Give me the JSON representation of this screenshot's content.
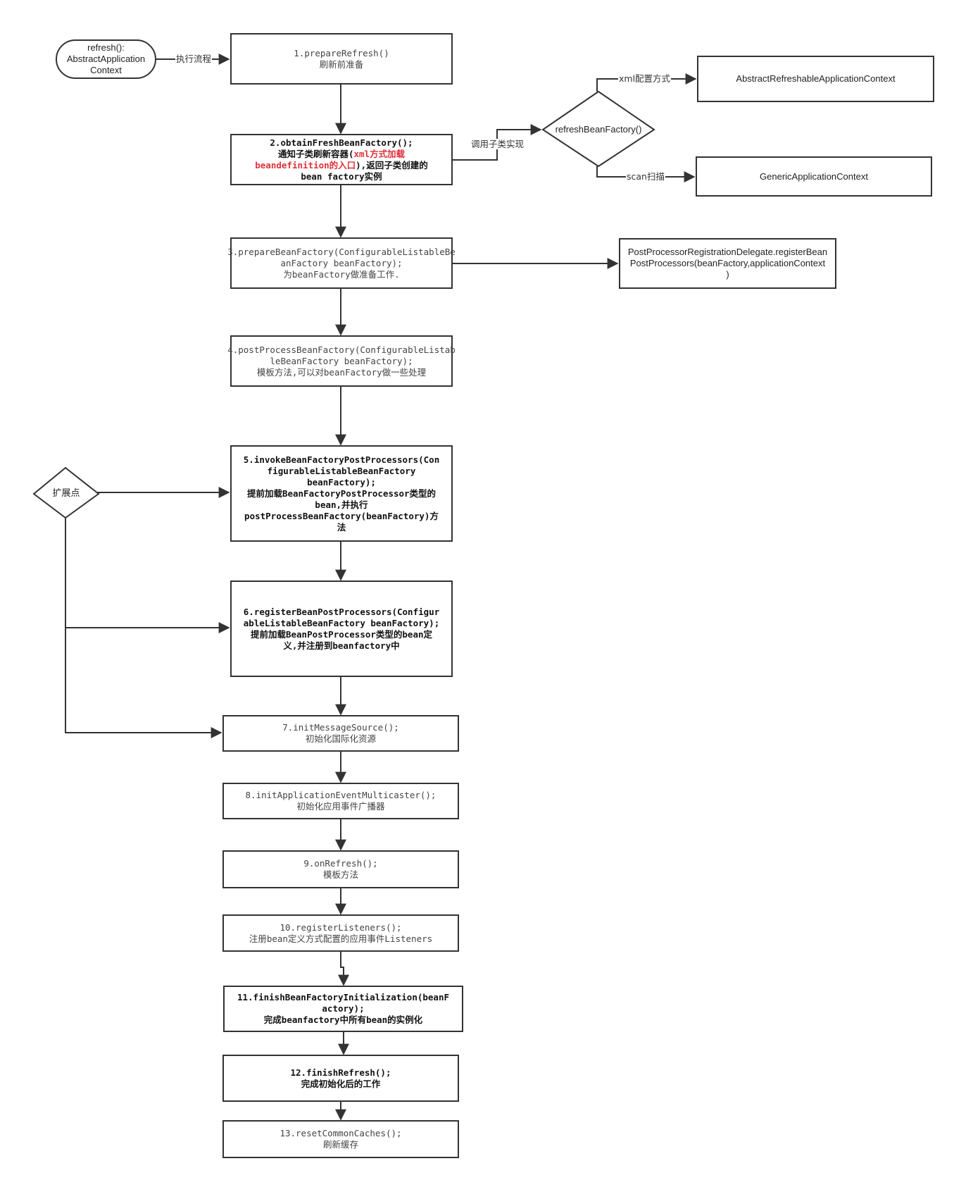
{
  "start": {
    "lines": [
      "refresh():",
      "AbstractApplication",
      "Context"
    ]
  },
  "edge_labels": {
    "exec_flow": "执行流程",
    "call_subclass": "调用子类实现",
    "xml_config": "xml配置方式",
    "scan": "scan扫描"
  },
  "steps": {
    "s1": {
      "lines": [
        "1.prepareRefresh()",
        "刷新前准备"
      ]
    },
    "s2": {
      "line1": "2.obtainFreshBeanFactory();",
      "line2_pre": "通知子类刷新容器(",
      "line2_red": "xml方式加载",
      "line3_red": "beandefinition的入口",
      "line3_post": "),返回子类创建的",
      "line4": "bean factory实例"
    },
    "s3": {
      "lines": [
        "3.prepareBeanFactory(ConfigurableListableBe",
        "anFactory beanFactory);",
        "为beanFactory做准备工作."
      ]
    },
    "s4": {
      "lines": [
        "4.postProcessBeanFactory(ConfigurableListab",
        "leBeanFactory beanFactory);",
        "模板方法,可以对beanFactory做一些处理"
      ]
    },
    "s5": {
      "lines": [
        "5.invokeBeanFactoryPostProcessors(Con",
        "figurableListableBeanFactory",
        "beanFactory);",
        "提前加载BeanFactoryPostProcessor类型的",
        "bean,并执行",
        "postProcessBeanFactory(beanFactory)方",
        "法"
      ]
    },
    "s6": {
      "lines": [
        "6.registerBeanPostProcessors(Configur",
        "ableListableBeanFactory beanFactory);",
        "提前加载BeanPostProcessor类型的bean定",
        "义,并注册到beanfactory中"
      ]
    },
    "s7": {
      "lines": [
        "7.initMessageSource();",
        "初始化国际化资源"
      ]
    },
    "s8": {
      "lines": [
        "8.initApplicationEventMulticaster();",
        "初始化应用事件广播器"
      ]
    },
    "s9": {
      "lines": [
        "9.onRefresh();",
        "模板方法"
      ]
    },
    "s10": {
      "lines": [
        "10.registerListeners();",
        "注册bean定义方式配置的应用事件Listeners"
      ]
    },
    "s11": {
      "lines": [
        "11.finishBeanFactoryInitialization(beanF",
        "actory);",
        "完成beanfactory中所有bean的实例化"
      ]
    },
    "s12": {
      "lines": [
        "12.finishRefresh();",
        "完成初始化后的工作"
      ]
    },
    "s13": {
      "lines": [
        "13.resetCommonCaches();",
        "刷新缓存"
      ]
    }
  },
  "decisions": {
    "refresh_bean_factory": "refreshBeanFactory()",
    "extension_point": "扩展点"
  },
  "side_boxes": {
    "abstract_refreshable": "AbstractRefreshableApplicationContext",
    "generic": "GenericApplicationContext",
    "post_processor_delegate": [
      "PostProcessorRegistrationDelegate.registerBean",
      "PostProcessors(beanFactory,applicationContext",
      ")"
    ]
  },
  "colors": {
    "line": "#333333",
    "highlight": "#e0303a"
  }
}
